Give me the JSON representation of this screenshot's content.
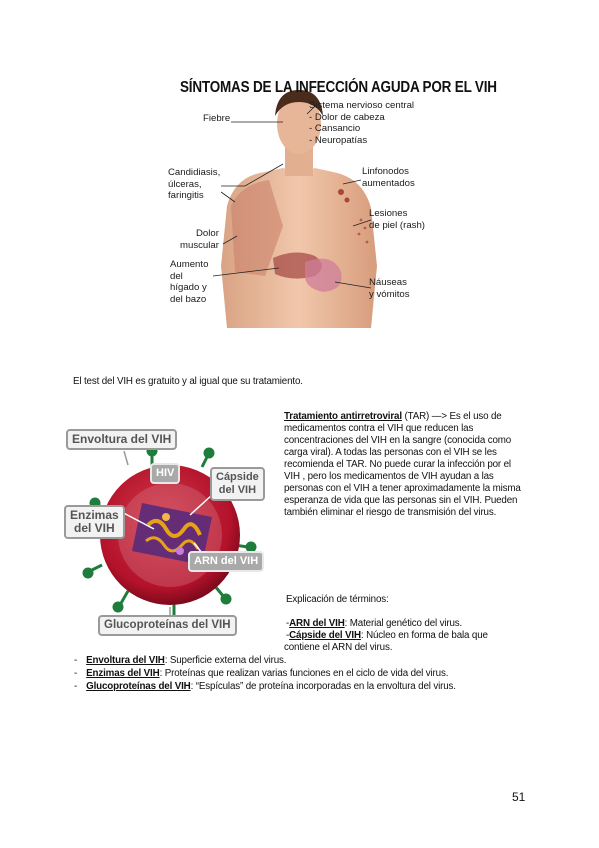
{
  "figure1": {
    "title": "SÍNTOMAS DE LA INFECCIÓN AGUDA POR EL VIH",
    "labels": {
      "fiebre": "Fiebre",
      "snc": "Sistema nervioso central\n- Dolor de cabeza\n- Cansancio\n- Neuropatías",
      "candidiasis": "Candidiasis,\núlceras,\nfaringitis",
      "linfonodos": "Linfonodos\naumentados",
      "lesiones": "Lesiones\nde piel (rash)",
      "dolor": "Dolor\nmuscular",
      "higado": "Aumento\ndel\nhígado y\ndel bazo",
      "nauseas": "Náuseas\ny vómitos"
    }
  },
  "intro_text": "El test del VIH es gratuito y al igual que su tratamiento.",
  "tar": {
    "term": "Tratamiento antirretroviral",
    "text": " (TAR) —> Es el uso de medicamentos contra el VIH que reducen las concentraciones del VIH en la sangre (conocida como carga viral). A todas las personas con el VIH se les recomienda el TAR. No puede curar la infección por el VIH , pero los medicamentos de VIH ayudan a las personas con el VIH a tener aproximadamente la misma esperanza de vida que las personas sin el VIH. Pueden también eliminar el riesgo de transmisión del virus."
  },
  "figure2": {
    "labels": {
      "envoltura": "Envoltura del VIH",
      "hiv": "HIV",
      "capside": "Cápside\ndel VIH",
      "enzimas": "Enzimas\ndel VIH",
      "arn": "ARN del VIH",
      "gluco": "Glucoproteínas del VIH"
    }
  },
  "explanation": {
    "title": "Explicación de términos:",
    "items": [
      {
        "prefix": "-",
        "term": "ARN del VIH",
        "text": ": Material genético del virus."
      },
      {
        "prefix": "-",
        "term": "Cápside del VIH",
        "text": ": Núcleo en forma de bala que"
      },
      {
        "prefix": "",
        "term": "",
        "text": "contiene el ARN del virus."
      },
      {
        "prefix": "-",
        "term": "Envoltura del VIH",
        "text": ": Superficie externa del virus."
      },
      {
        "prefix": "-",
        "term": "Enzimas del VIH",
        "text": ": Proteínas que realizan varias funciones en el ciclo de vida del virus."
      },
      {
        "prefix": "-",
        "term": "Glucoproteínas del VIH",
        "text": ": “Espículas” de proteína incorporadas en la envoltura del virus."
      }
    ]
  },
  "page_number": "51",
  "colors": {
    "skin": "#e9b99a",
    "virus_red": "#b3122a",
    "spike_green": "#1f7d3c",
    "capsid_purple": "#5a2a7a",
    "rna_orange": "#e6a21b"
  }
}
